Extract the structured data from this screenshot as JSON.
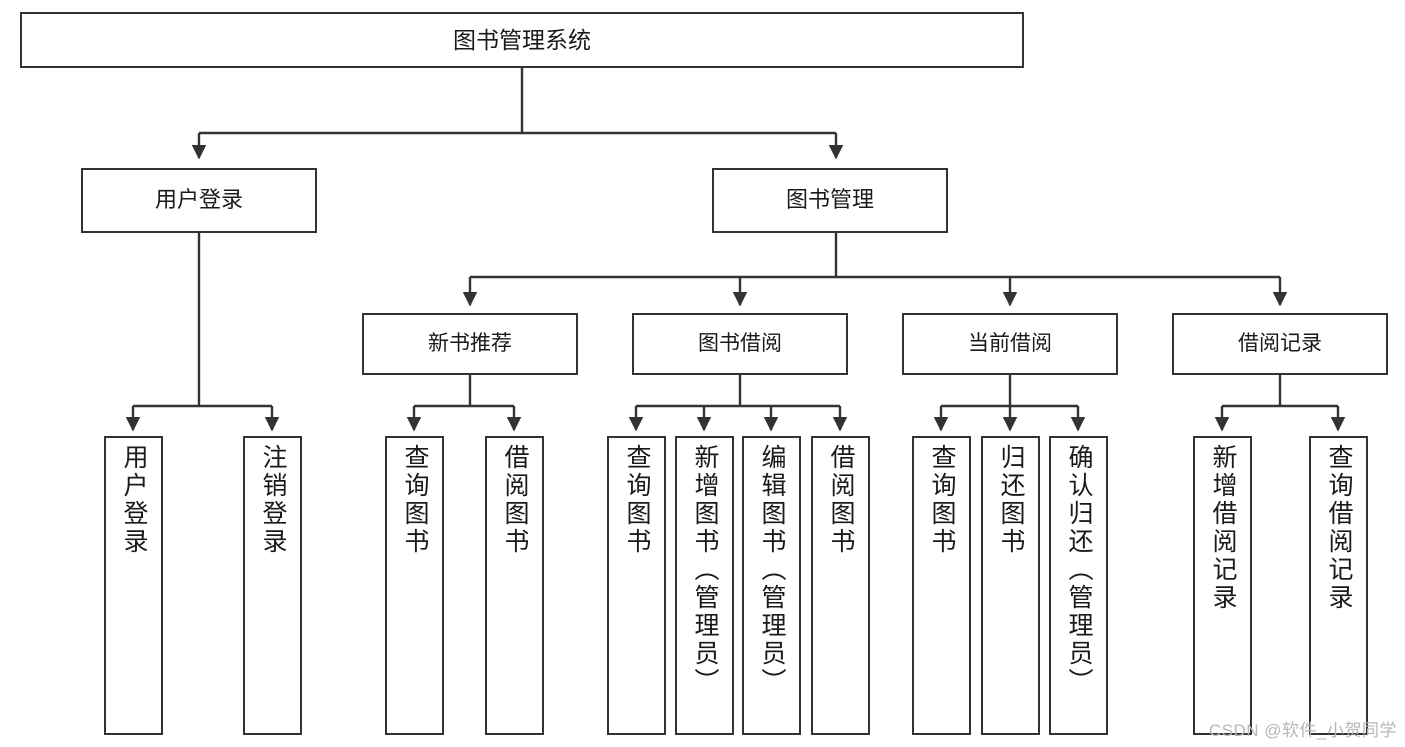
{
  "diagram": {
    "title": "图书管理系统",
    "type": "tree-hierarchy-chart",
    "watermark": "CSDN @软件_小贺同学",
    "colors": {
      "stroke": "#333333",
      "fill": "#ffffff",
      "text": "#1a1a1a",
      "watermark": "#b7b7b7"
    },
    "root": {
      "label": "图书管理系统"
    },
    "level2": [
      {
        "label": "用户登录"
      },
      {
        "label": "图书管理"
      }
    ],
    "level3": [
      {
        "label": "新书推荐"
      },
      {
        "label": "图书借阅"
      },
      {
        "label": "当前借阅"
      },
      {
        "label": "借阅记录"
      }
    ],
    "leaves": {
      "user_login": [
        {
          "label": "用户登录"
        },
        {
          "label": "注销登录"
        }
      ],
      "new_book_recommend": [
        {
          "label": "查询图书"
        },
        {
          "label": "借阅图书"
        }
      ],
      "book_borrow": [
        {
          "label": "查询图书"
        },
        {
          "label": "新增图书（管理员）"
        },
        {
          "label": "编辑图书（管理员）"
        },
        {
          "label": "借阅图书"
        }
      ],
      "current_borrow": [
        {
          "label": "查询图书"
        },
        {
          "label": "归还图书"
        },
        {
          "label": "确认归还（管理员）"
        }
      ],
      "borrow_record": [
        {
          "label": "新增借阅记录"
        },
        {
          "label": "查询借阅记录"
        }
      ]
    }
  }
}
